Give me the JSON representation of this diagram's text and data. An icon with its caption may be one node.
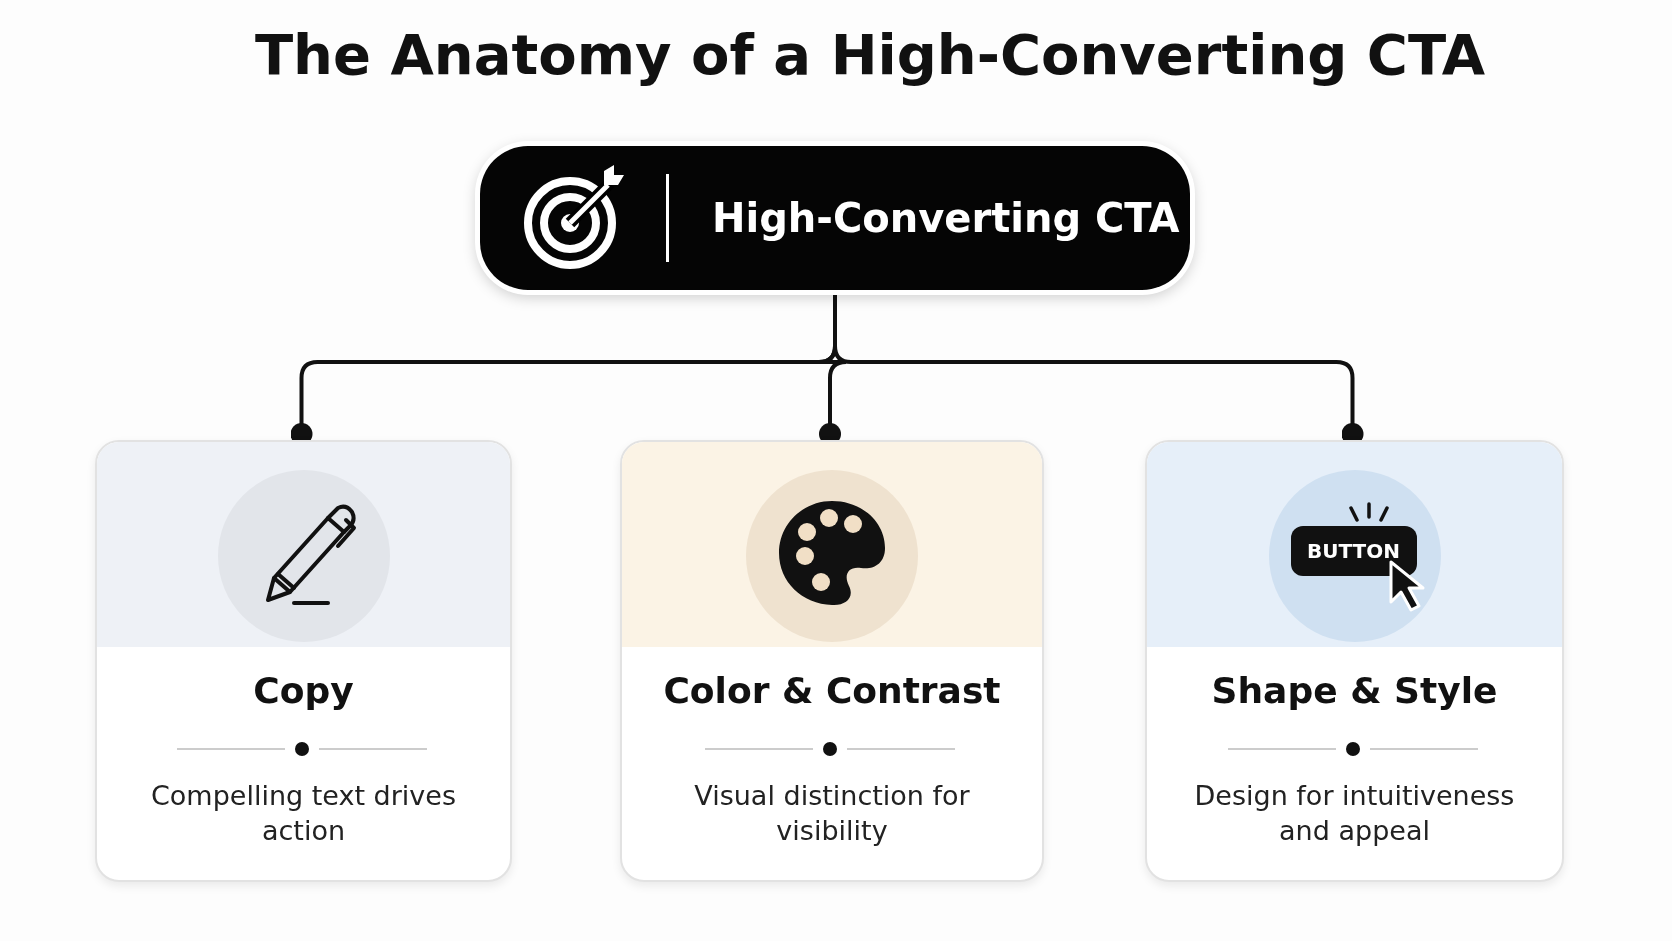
{
  "diagram": {
    "title": "The Anatomy of a High-Converting CTA",
    "nodes": [
      {
        "text": [
          "High-Converting CTA"
        ]
      },
      {
        "text": [
          "Copy",
          "Compelling text drives action"
        ]
      },
      {
        "text": [
          "Color & Contrast",
          "Visual distinction for visibility"
        ]
      },
      {
        "text": [
          "Shape & Style",
          "Design for intuitiveness and appeal"
        ]
      }
    ],
    "edges": [
      {
        "from": 0,
        "to": 1,
        "arrow": "other"
      },
      {
        "from": 0,
        "to": 2,
        "arrow": "other"
      },
      {
        "from": 0,
        "to": 3,
        "arrow": "other"
      }
    ],
    "labels": [
      "BUTTON"
    ]
  }
}
